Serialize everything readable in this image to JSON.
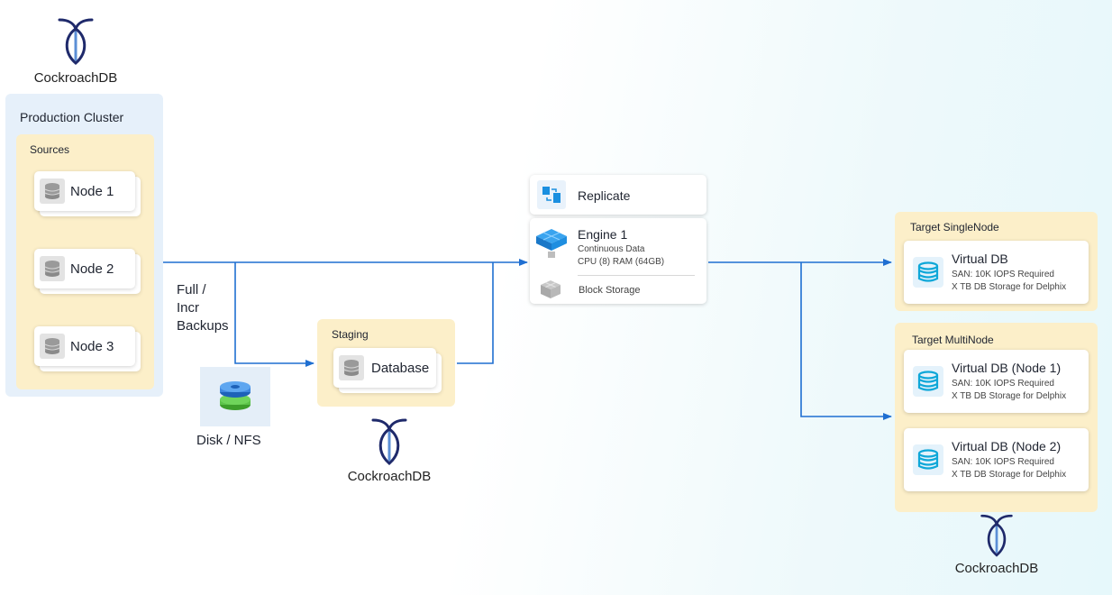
{
  "logos": {
    "top_left": "CockroachDB",
    "staging": "CockroachDB",
    "targets": "CockroachDB"
  },
  "production": {
    "title": "Production Cluster",
    "sources_label": "Sources",
    "nodes": [
      "Node 1",
      "Node 2",
      "Node 3"
    ]
  },
  "backups_label": [
    "Full /",
    "Incr",
    "Backups"
  ],
  "disk_label": "Disk / NFS",
  "staging": {
    "title": "Staging",
    "database": "Database"
  },
  "engine": {
    "replicate": "Replicate",
    "name": "Engine 1",
    "line1": "Continuous Data",
    "line2": "CPU (8) RAM (64GB)",
    "storage": "Block Storage"
  },
  "target_single": {
    "title": "Target SingleNode",
    "db": "Virtual DB",
    "line1": "SAN: 10K IOPS Required",
    "line2": "X TB DB Storage for Delphix"
  },
  "target_multi": {
    "title": "Target MultiNode",
    "db1": "Virtual DB (Node 1)",
    "db2": "Virtual DB (Node 2)",
    "line1": "SAN: 10K IOPS Required",
    "line2": "X TB DB Storage for Delphix"
  },
  "colors": {
    "arrow": "#1f6fd1",
    "cluster_bg": "#e6f0fa",
    "group_bg": "#fcefc9"
  }
}
